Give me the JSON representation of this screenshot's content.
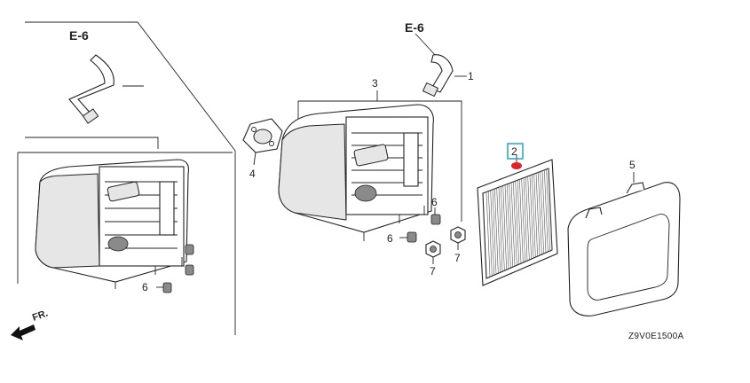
{
  "labels": {
    "ref_left": "E-6",
    "ref_top": "E-6",
    "part_1": "1",
    "part_2": "2",
    "part_3": "3",
    "part_4": "4",
    "part_5": "5",
    "part_6a": "6",
    "part_6b": "6",
    "part_6c": "6",
    "part_7a": "7",
    "part_7b": "7",
    "direction": "FR.",
    "diagram_code": "Z9V0E1500A"
  },
  "colors": {
    "highlight_box": "#3aa6c8",
    "marker_dot": "#e0202a",
    "line": "#222222"
  }
}
